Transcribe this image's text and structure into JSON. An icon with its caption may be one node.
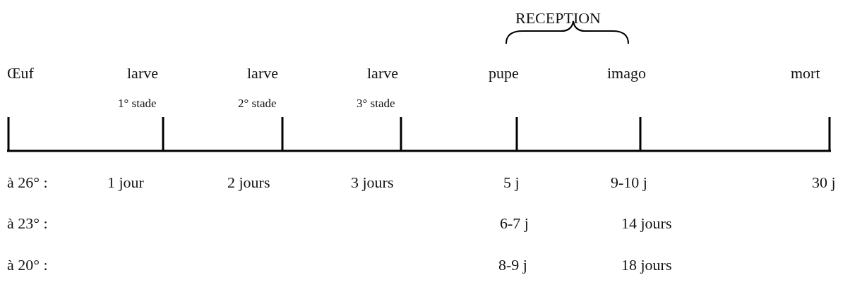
{
  "diagram": {
    "labels": [
      "RECEPTION",
      "Œuf",
      "larve",
      "larve",
      "larve",
      "pupe",
      "imago",
      "mort",
      "1° stade",
      "2° stade",
      "3° stade",
      "à 26° :",
      "1 jour",
      "2 jours",
      "3 jours",
      "5 j",
      "9-10 j",
      "30 j",
      "à 23° :",
      "6-7 j",
      "14 jours",
      "à 20° :",
      "8-9 j",
      "18 jours"
    ]
  }
}
